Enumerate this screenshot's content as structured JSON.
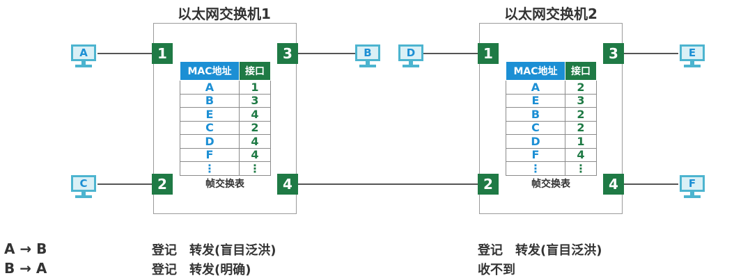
{
  "switches": [
    {
      "title": "以太网交换机1",
      "ports": [
        "1",
        "2",
        "3",
        "4"
      ],
      "table": {
        "header_mac": "MAC地址",
        "header_port": "接口",
        "rows": [
          {
            "mac": "A",
            "port": "1"
          },
          {
            "mac": "B",
            "port": "3"
          },
          {
            "mac": "E",
            "port": "4"
          },
          {
            "mac": "C",
            "port": "2"
          },
          {
            "mac": "D",
            "port": "4"
          },
          {
            "mac": "F",
            "port": "4"
          },
          {
            "mac": "⋮",
            "port": "⋮"
          }
        ]
      },
      "caption": "帧交换表"
    },
    {
      "title": "以太网交换机2",
      "ports": [
        "1",
        "2",
        "3",
        "4"
      ],
      "table": {
        "header_mac": "MAC地址",
        "header_port": "接口",
        "rows": [
          {
            "mac": "A",
            "port": "2"
          },
          {
            "mac": "E",
            "port": "3"
          },
          {
            "mac": "B",
            "port": "2"
          },
          {
            "mac": "C",
            "port": "2"
          },
          {
            "mac": "D",
            "port": "1"
          },
          {
            "mac": "F",
            "port": "4"
          },
          {
            "mac": "⋮",
            "port": "⋮"
          }
        ]
      },
      "caption": "帧交换表"
    }
  ],
  "hosts": {
    "A": "A",
    "B": "B",
    "C": "C",
    "D": "D",
    "E": "E",
    "F": "F"
  },
  "flows": [
    {
      "label": "A → B",
      "sw1": "登记　转发(盲目泛洪)",
      "sw2": "登记　转发(盲目泛洪)"
    },
    {
      "label": "B → A",
      "sw1": "登记　转发(明确)",
      "sw2": "收不到"
    }
  ]
}
